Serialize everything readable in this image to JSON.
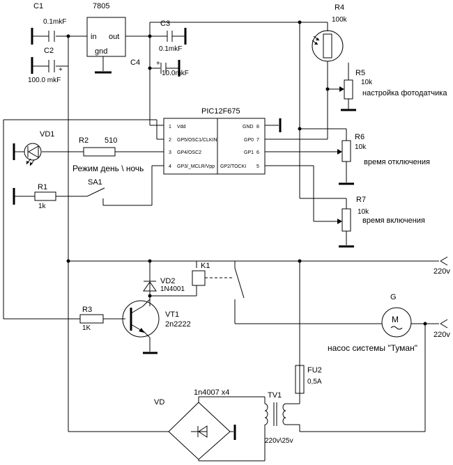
{
  "components": {
    "c1": {
      "ref": "C1",
      "value": "0.1mkF"
    },
    "c2": {
      "ref": "C2",
      "value": "100.0 mkF"
    },
    "c3": {
      "ref": "C3",
      "value": "0.1mkF"
    },
    "c4": {
      "ref": "C4",
      "value": "10.0mkF"
    },
    "reg": {
      "ref": "7805",
      "pin_in": "in",
      "pin_out": "out",
      "pin_gnd": "gnd"
    },
    "r4": {
      "ref": "R4",
      "value": "100k"
    },
    "r5": {
      "ref": "R5",
      "value": "10k",
      "note": "настройка фотодатчика"
    },
    "mcu": {
      "ref": "PIC12F675",
      "left_pins": [
        {
          "num": "1",
          "name": "Vdd"
        },
        {
          "num": "2",
          "name": "GP5/OSC1/CLKIN"
        },
        {
          "num": "3",
          "name": "GP4/OSC2"
        },
        {
          "num": "4",
          "name": "GP3/_MCLR/Vpp"
        }
      ],
      "right_pins": [
        {
          "num": "8",
          "name": "GND"
        },
        {
          "num": "7",
          "name": "GP0"
        },
        {
          "num": "6",
          "name": "GP1"
        },
        {
          "num": "5",
          "name": "GP2/TOCKI"
        }
      ]
    },
    "vd1": {
      "ref": "VD1"
    },
    "r2": {
      "ref": "R2",
      "value": "510"
    },
    "r6": {
      "ref": "R6",
      "value": "10k",
      "note": "время отключения"
    },
    "mode": {
      "label": "Режим день \\ ночь"
    },
    "r1": {
      "ref": "R1",
      "value": "1k"
    },
    "sa1": {
      "ref": "SA1"
    },
    "r7": {
      "ref": "R7",
      "value": "10k",
      "note": "время включения"
    },
    "k1": {
      "ref": "K1"
    },
    "vd2": {
      "ref": "VD2",
      "value": "1N4001"
    },
    "ac1": {
      "label": "220v"
    },
    "r3": {
      "ref": "R3",
      "value": "1K"
    },
    "vt1": {
      "ref": "VT1",
      "value": "2n2222"
    },
    "g": {
      "ref": "G",
      "symbol": "M",
      "note": "насос системы \"Туман\""
    },
    "ac2": {
      "label": "220v"
    },
    "fu2": {
      "ref": "FU2",
      "value": "0,5A"
    },
    "vd": {
      "ref": "VD",
      "value": "1n4007 x4"
    },
    "tv1": {
      "ref": "TV1",
      "value": "220v\\25v"
    }
  }
}
